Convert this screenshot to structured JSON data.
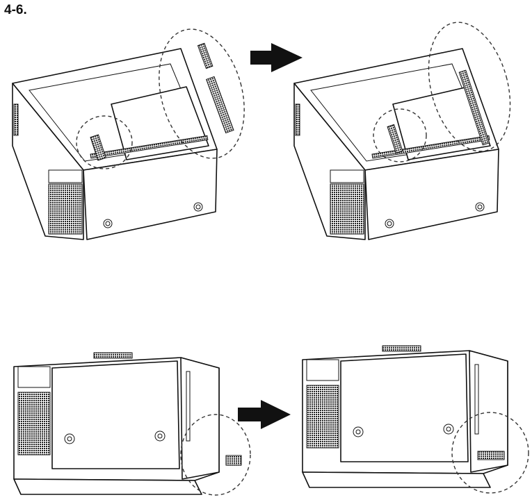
{
  "step_label": "4-6.",
  "figures": [
    {
      "id": "top-before",
      "description_icon": "microwave-filters-removed"
    },
    {
      "id": "top-after",
      "description_icon": "microwave-filters-installed"
    },
    {
      "id": "bottom-before",
      "description_icon": "microwave-bottom-filter-removed"
    },
    {
      "id": "bottom-after",
      "description_icon": "microwave-bottom-filter-installed"
    }
  ],
  "colors": {
    "line": "#111111",
    "background": "#ffffff"
  }
}
